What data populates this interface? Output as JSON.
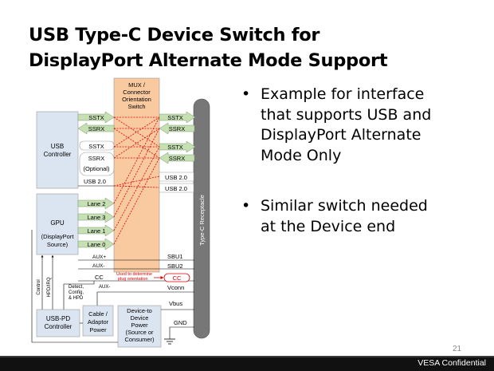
{
  "title": {
    "line1": "USB Type-C Device Switch for",
    "line2": "DisplayPort Alternate Mode Support"
  },
  "diagram": {
    "mux": {
      "line1": "MUX /",
      "line2": "Connector",
      "line3": "Orientation",
      "line4": "Switch"
    },
    "usb_controller": {
      "line1": "USB",
      "line2": "Controller",
      "optional": "(Optional)"
    },
    "gpu": {
      "line1": "GPU",
      "line2": "(DisplayPort",
      "line3": "Source)"
    },
    "usb_pd": {
      "line1": "USB-PD",
      "line2": "Controller"
    },
    "cable_adaptor": {
      "line1": "Cable /",
      "line2": "Adaptor",
      "line3": "Power"
    },
    "device_power": {
      "line1": "Device-to",
      "line2": "Device",
      "line3": "Power",
      "line4": "(Source or",
      "line5": "Consumer)"
    },
    "receptacle": "Type-C Receptacle",
    "left_signals": {
      "sstx1": "SSTX",
      "ssrx1": "SSRX",
      "sstx2": "SSTX",
      "ssrx2": "SSRX",
      "usb20": "USB 2.0"
    },
    "lanes": [
      "Lane 2",
      "Lane 3",
      "Lane 1",
      "Lane 0"
    ],
    "right_signals": {
      "sstx1": "SSTX",
      "ssrx1": "SSRX",
      "sstx2": "SSTX",
      "ssrx2": "SSRX",
      "usb20a": "USB 2.0",
      "usb20b": "USB 2.0",
      "sbu1": "SBU1",
      "sbu2": "SBU2",
      "cc": "CC",
      "vconn": "Vconn",
      "vbus": "Vbus",
      "gnd": "GND"
    },
    "aux_plus": "AUX+",
    "aux_minus": "AUX-",
    "cc_left": "CC",
    "aux_minus_pd": "AUX-",
    "control": "Control",
    "hpd_irq": "HPD/IRQ",
    "detect": {
      "line1": "Detect,",
      "line2": "Config,",
      "line3": "& HPD"
    },
    "note": {
      "line1": "Used to determine",
      "line2": "plug orientation"
    }
  },
  "bullets": [
    {
      "lines": [
        "Example for interface",
        "that supports USB and",
        "DisplayPort Alternate",
        "Mode Only"
      ]
    },
    {
      "lines": [
        "Similar switch needed",
        "at the Device end"
      ]
    }
  ],
  "page_number": "21",
  "footer": "VESA Confidential",
  "colors": {
    "mux_fill": "#f9c9a0",
    "box_fill": "#dbe5f1",
    "arrow_fill": "#c6e0b4",
    "receptacle_fill": "#777777",
    "crossing": "#e00000"
  }
}
